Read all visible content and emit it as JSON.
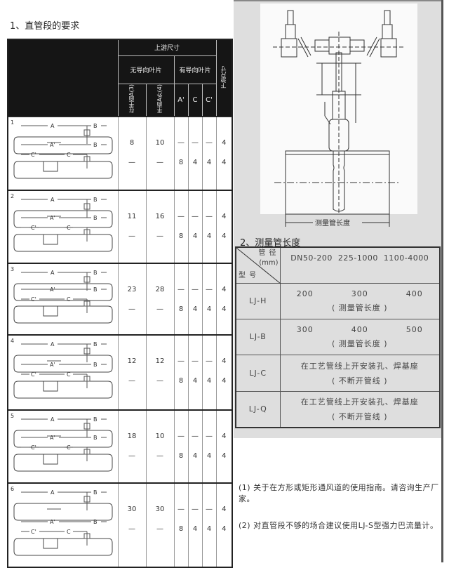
{
  "section1_title": "1、直管段的要求",
  "table1": {
    "header": {
      "upstream": "上游尺寸",
      "no_vanes": "无导向叶片",
      "with_vanes": "有导向叶片",
      "in_plane": "在平面A(3)",
      "out_plane": "平面A外(4)",
      "a_prime": "A'",
      "c": "C",
      "c_prime": "C'",
      "downstream": "下游尺寸"
    },
    "diagram_labels": {
      "a": "A",
      "b": "B",
      "a_prime": "A'",
      "c": "C",
      "c_prime": "C'"
    },
    "rows": [
      {
        "no": "1",
        "line1": [
          "8",
          "10",
          "—",
          "—",
          "—",
          "4"
        ],
        "line2": [
          "—",
          "—",
          "8",
          "4",
          "4",
          "4"
        ]
      },
      {
        "no": "2",
        "line1": [
          "11",
          "16",
          "—",
          "—",
          "—",
          "4"
        ],
        "line2": [
          "—",
          "—",
          "8",
          "4",
          "4",
          "4"
        ]
      },
      {
        "no": "3",
        "line1": [
          "23",
          "28",
          "—",
          "—",
          "—",
          "4"
        ],
        "line2": [
          "—",
          "—",
          "8",
          "4",
          "4",
          "4"
        ]
      },
      {
        "no": "4",
        "line1": [
          "12",
          "12",
          "—",
          "—",
          "—",
          "4"
        ],
        "line2": [
          "—",
          "—",
          "8",
          "4",
          "4",
          "4"
        ]
      },
      {
        "no": "5",
        "line1": [
          "18",
          "10",
          "—",
          "—",
          "—",
          "4"
        ],
        "line2": [
          "—",
          "—",
          "8",
          "4",
          "4",
          "4"
        ]
      },
      {
        "no": "6",
        "line1": [
          "30",
          "30",
          "—",
          "—",
          "—",
          "4"
        ],
        "line2": [
          "—",
          "—",
          "8",
          "4",
          "4",
          "4"
        ]
      }
    ]
  },
  "figure_label": "测量管长度",
  "section2_title": "2、测量管长度",
  "table2": {
    "corner_top": "管 径",
    "corner_unit": "(mm)",
    "corner_bottom": "型 号",
    "sizes": "DN50-200  225-1000  1100-4000",
    "rows": [
      {
        "model": "LJ-H",
        "line1": "200            300            400",
        "line2": "( 测量管长度 )"
      },
      {
        "model": "LJ-B",
        "line1": "300            400            500",
        "line2": "( 测量管长度 )"
      },
      {
        "model": "LJ-C",
        "line1": "在工艺管线上开安装孔、焊基座",
        "line2": "( 不断开管线 )"
      },
      {
        "model": "LJ-Q",
        "line1": "在工艺管线上开安装孔、焊基座",
        "line2": "( 不断开管线 )"
      }
    ]
  },
  "notes": [
    "(1) 关于在方形或矩形通风道的使用指南。请咨询生产厂家。",
    "(2) 对直管段不够的场合建议使用LJ-S型强力巴流量计。"
  ]
}
